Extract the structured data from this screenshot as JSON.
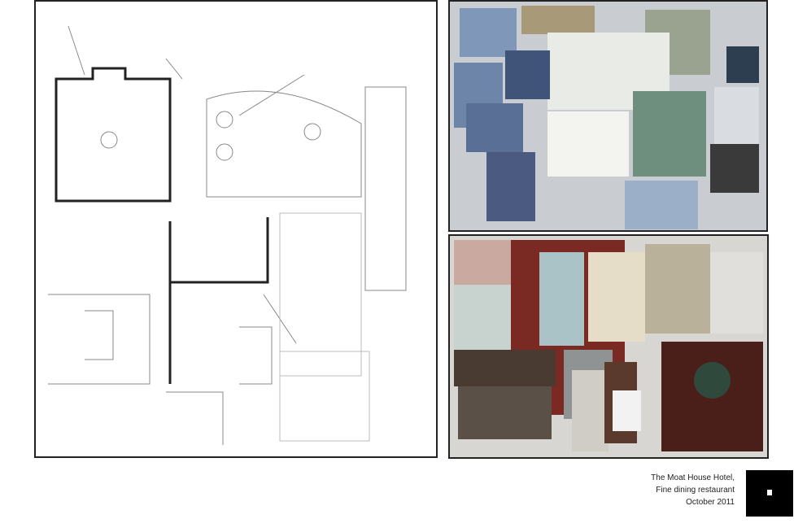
{
  "caption": {
    "line1": "The Moat House Hotel,",
    "line2": "Fine dining restaurant",
    "line3": "October 2011"
  },
  "colors": {
    "border": "#222222",
    "logo": "#000000",
    "mood_top_bg": "#c9cdd2",
    "mood_bottom_accent": "#7a2a22"
  }
}
